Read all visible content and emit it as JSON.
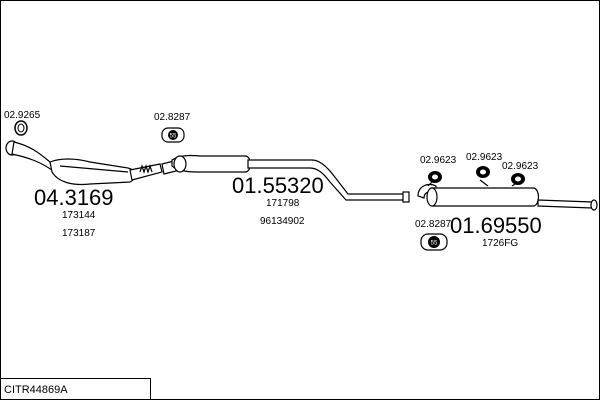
{
  "diagram": {
    "title": "CITR44869A",
    "parts": {
      "cat_mount": {
        "code": "02.9265"
      },
      "catalyst": {
        "code": "04.3169",
        "refs": [
          "173144",
          "173187"
        ]
      },
      "front_clamp": {
        "code": "02.8287"
      },
      "middle": {
        "code": "01.55320",
        "refs": [
          "171798",
          "96134902"
        ]
      },
      "hanger_a": {
        "code": "02.9623"
      },
      "hanger_b": {
        "code": "02.9623"
      },
      "hanger_c": {
        "code": "02.9623"
      },
      "rear_clamp": {
        "code": "02.8287"
      },
      "rear": {
        "code": "01.69550",
        "refs": [
          "1726FG"
        ]
      }
    }
  }
}
